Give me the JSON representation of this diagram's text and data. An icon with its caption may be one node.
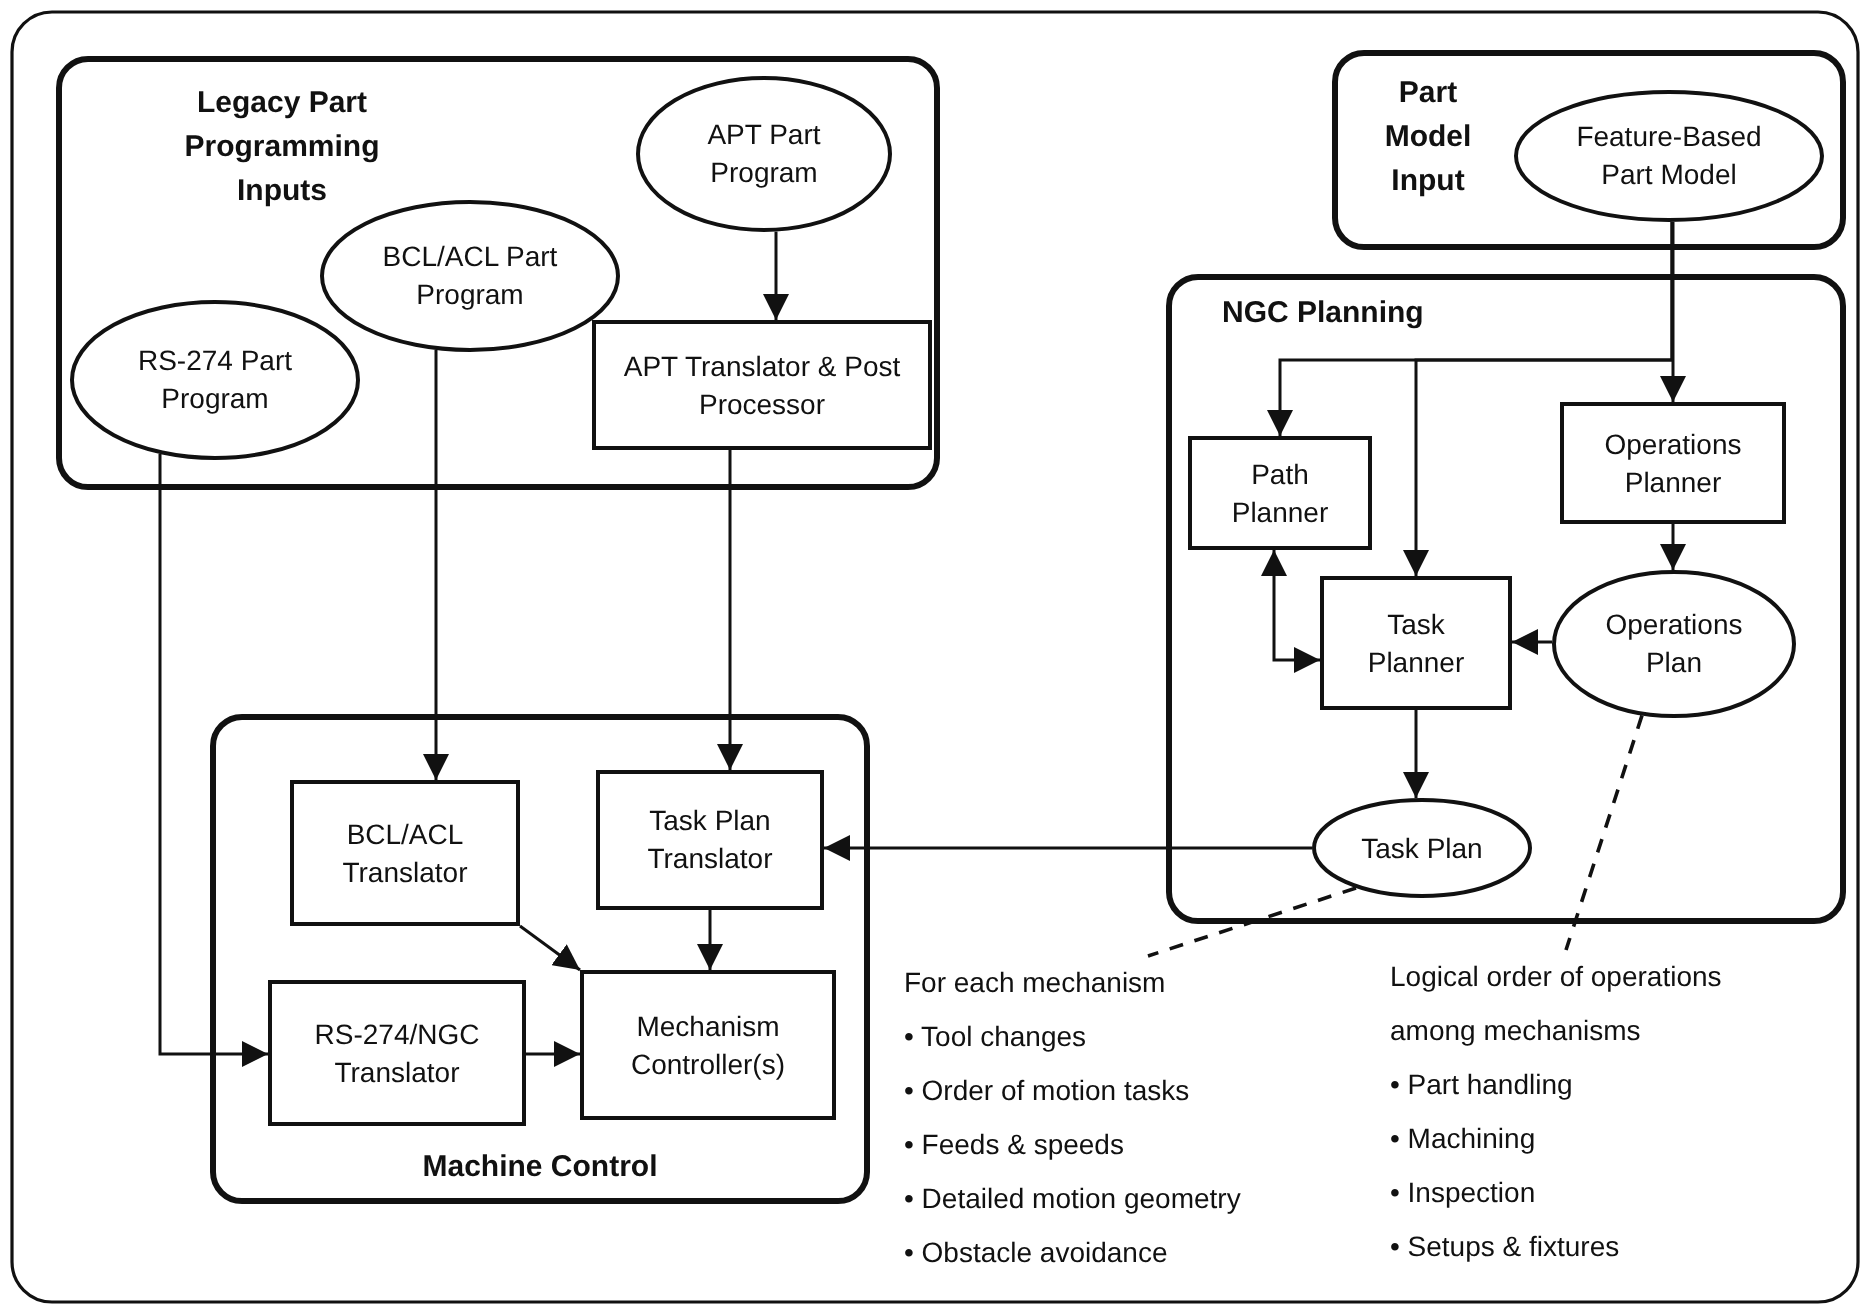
{
  "diagram": {
    "nodes": [
      {
        "text": [
          "Legacy Part Programming Inputs"
        ]
      },
      {
        "text": [
          "APT Part Program"
        ],
        "in": 0
      },
      {
        "text": [
          "BCL/ACL Part Program"
        ],
        "in": 0
      },
      {
        "text": [
          "RS-274 Part Program"
        ],
        "in": 0
      },
      {
        "text": [
          "APT Translator & Post Processor"
        ],
        "in": 0
      },
      {
        "text": [
          "Part Model Input"
        ]
      },
      {
        "text": [
          "Feature-Based Part Model"
        ],
        "in": 5
      },
      {
        "text": [
          "NGC Planning"
        ]
      },
      {
        "text": [
          "Path Planner"
        ],
        "in": 7
      },
      {
        "text": [
          "Operations Planner"
        ],
        "in": 7
      },
      {
        "text": [
          "Task Planner"
        ],
        "in": 7
      },
      {
        "text": [
          "Operations Plan"
        ],
        "in": 7
      },
      {
        "text": [
          "Task Plan"
        ],
        "in": 7
      },
      {
        "text": [
          "Machine Control"
        ]
      },
      {
        "text": [
          "BCL/ACL Translator"
        ],
        "in": 13
      },
      {
        "text": [
          "Task Plan Translator"
        ],
        "in": 13
      },
      {
        "text": [
          "RS-274/NGC Translator"
        ],
        "in": 13
      },
      {
        "text": [
          "Mechanism Controller(s)"
        ],
        "in": 13
      },
      {
        "text": [
          "For each mechanism",
          "• Tool changes",
          "• Order of motion tasks",
          "• Feeds & speeds",
          "• Detailed motion geometry",
          "• Obstacle avoidance"
        ]
      },
      {
        "text": [
          "Logical order of operations among mechanisms",
          "• Part handling",
          "• Machining",
          "• Inspection",
          "• Setups & fixtures"
        ]
      }
    ],
    "edges": [
      {
        "from": 1,
        "to": 4,
        "arrow": "to"
      },
      {
        "from": 2,
        "to": 14,
        "arrow": "to"
      },
      {
        "from": 3,
        "to": 16,
        "arrow": "to"
      },
      {
        "from": 4,
        "to": 15,
        "arrow": "to"
      },
      {
        "from": 6,
        "to": 9,
        "arrow": "to"
      },
      {
        "from": 6,
        "to": 8,
        "arrow": "to"
      },
      {
        "from": 6,
        "to": 10,
        "arrow": "to"
      },
      {
        "from": 9,
        "to": 11,
        "arrow": "to"
      },
      {
        "from": 11,
        "to": 10,
        "arrow": "to"
      },
      {
        "from": 8,
        "to": 10,
        "arrow": "both"
      },
      {
        "from": 10,
        "to": 12,
        "arrow": "to"
      },
      {
        "from": 12,
        "to": 15,
        "arrow": "to"
      },
      {
        "from": 14,
        "to": 17,
        "arrow": "to"
      },
      {
        "from": 15,
        "to": 17,
        "arrow": "to"
      },
      {
        "from": 16,
        "to": 17,
        "arrow": "to"
      },
      {
        "from": 12,
        "to": 18,
        "arrow": "none",
        "style": "dashed"
      },
      {
        "from": 11,
        "to": 19,
        "arrow": "none",
        "style": "dashed"
      }
    ]
  }
}
